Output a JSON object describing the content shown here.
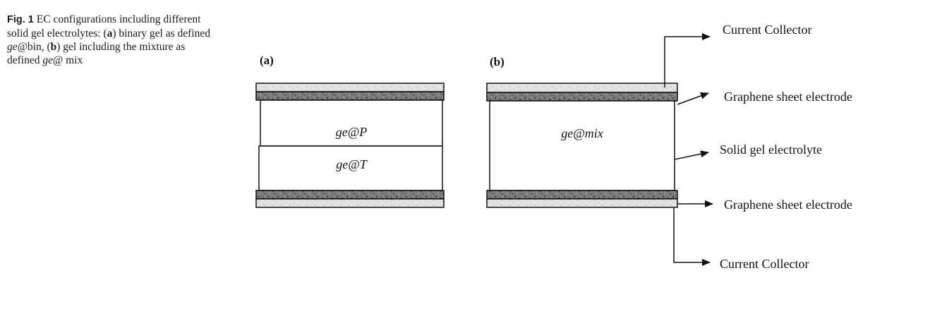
{
  "caption": {
    "label": "Fig. 1",
    "text_1": "EC configurations including different solid gel electrolytes: (",
    "a_letter": "a",
    "text_2": ") binary gel as defined ",
    "ge_italic_1": "ge",
    "text_3": "@bin, (",
    "b_letter": "b",
    "text_4": ") gel including the mixture as defined ",
    "ge_italic_2": "ge",
    "text_5": "@ mix"
  },
  "panel_a": {
    "label": "(a)",
    "top_layer_text": "ge@P",
    "bottom_layer_text": "ge@T"
  },
  "panel_b": {
    "label": "(b)",
    "center_text": "ge@mix"
  },
  "annotations": {
    "current_collector_top": "Current Collector",
    "graphene_electrode_top": "Graphene sheet electrode",
    "solid_gel_electrolyte": "Solid gel electrolyte",
    "graphene_electrode_bottom": "Graphene sheet electrode",
    "current_collector_bottom": "Current Collector"
  },
  "colors": {
    "line": "#111111",
    "electrode_dark": "#6e6e6e",
    "collector_light": "#dcdcdc"
  }
}
